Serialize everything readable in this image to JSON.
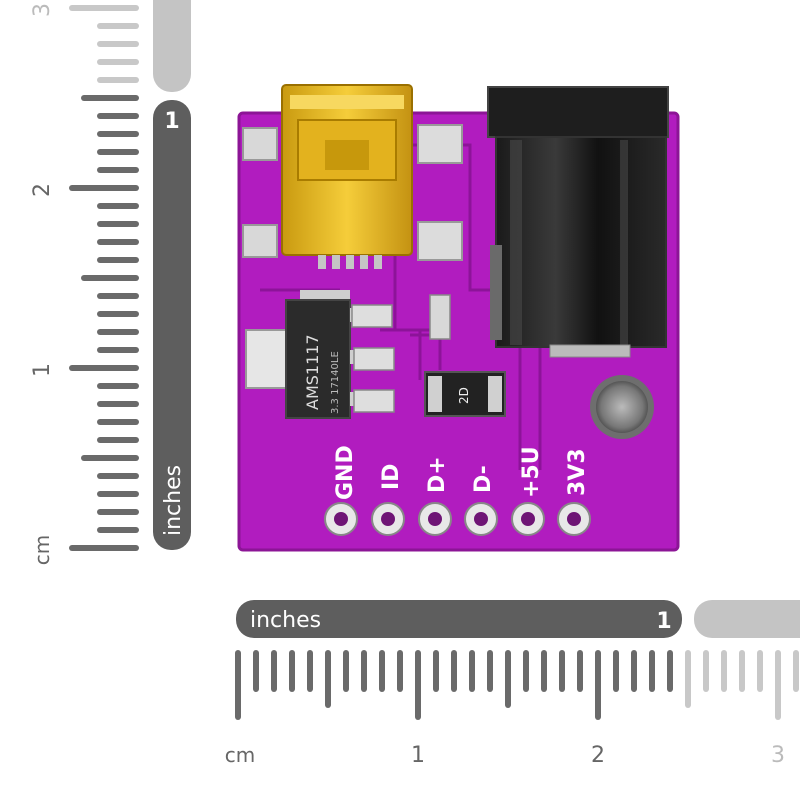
{
  "vertical_ruler": {
    "unit_cm": "cm",
    "unit_inches": "inches",
    "cm_numbers": [
      "1",
      "2",
      "3"
    ],
    "inch_number": "1"
  },
  "horizontal_ruler": {
    "unit_cm": "cm",
    "unit_inches": "inches",
    "cm_numbers": [
      "1",
      "2",
      "3"
    ],
    "inch_number": "1"
  },
  "board": {
    "color": "#b01fc0",
    "pins": [
      "GND",
      "ID",
      "D+",
      "D-",
      "+5U",
      "3V3"
    ],
    "regulator_text": "AMS1117",
    "regulator_subtext": "3.3 17140LE",
    "diode_text": "2D"
  }
}
